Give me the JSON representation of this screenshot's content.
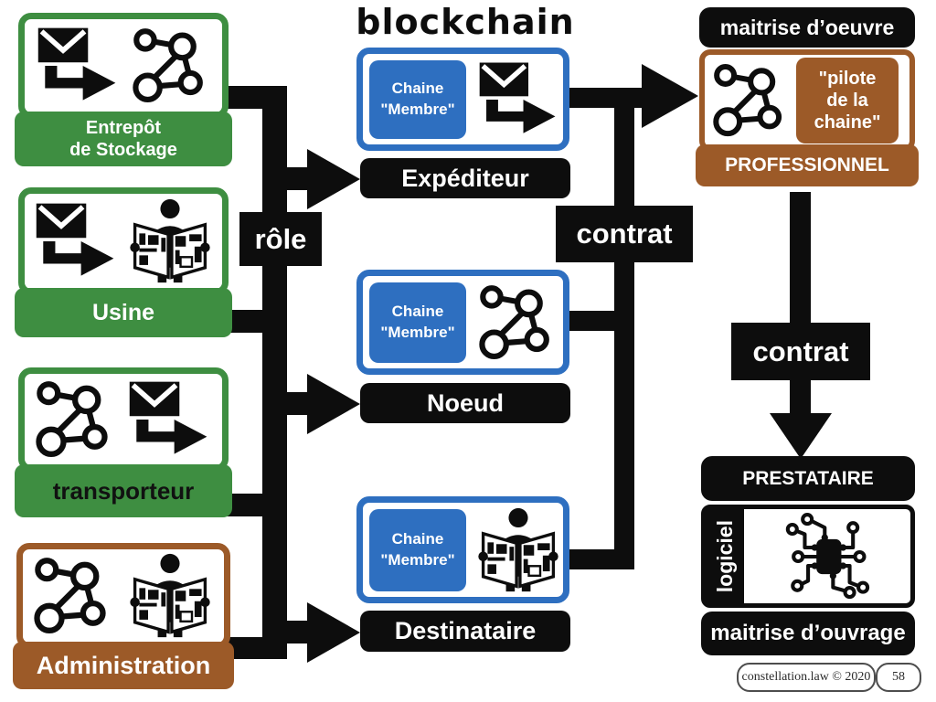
{
  "title": "blockchain",
  "colors": {
    "green": "#3e8e41",
    "brown": "#9c5a28",
    "blue": "#2e6fc0",
    "black": "#0d0d0d"
  },
  "left_boxes": [
    {
      "label": "Entrepôt\nde Stockage"
    },
    {
      "label": "Usine"
    },
    {
      "label": "transporteur"
    },
    {
      "label": "Administration"
    }
  ],
  "role_label": "rôle",
  "middle_boxes": [
    {
      "chain": "Chaine\n\"Membre\"",
      "label": "Expéditeur"
    },
    {
      "chain": "Chaine\n\"Membre\"",
      "label": "Noeud"
    },
    {
      "chain": "Chaine\n\"Membre\"",
      "label": "Destinataire"
    }
  ],
  "contrat_left": "contrat",
  "right": {
    "maitrise_oeuvre": "maitrise d’oeuvre",
    "pilote": "\"pilote\nde la\nchaine\"",
    "professionnel": "PROFESSIONNEL",
    "contrat": "contrat",
    "prestataire": "PRESTATAIRE",
    "logiciel": "logiciel",
    "maitrise_ouvrage": "maitrise d’ouvrage"
  },
  "footer": {
    "credit": "constellation.law © 2020",
    "page": "58"
  }
}
